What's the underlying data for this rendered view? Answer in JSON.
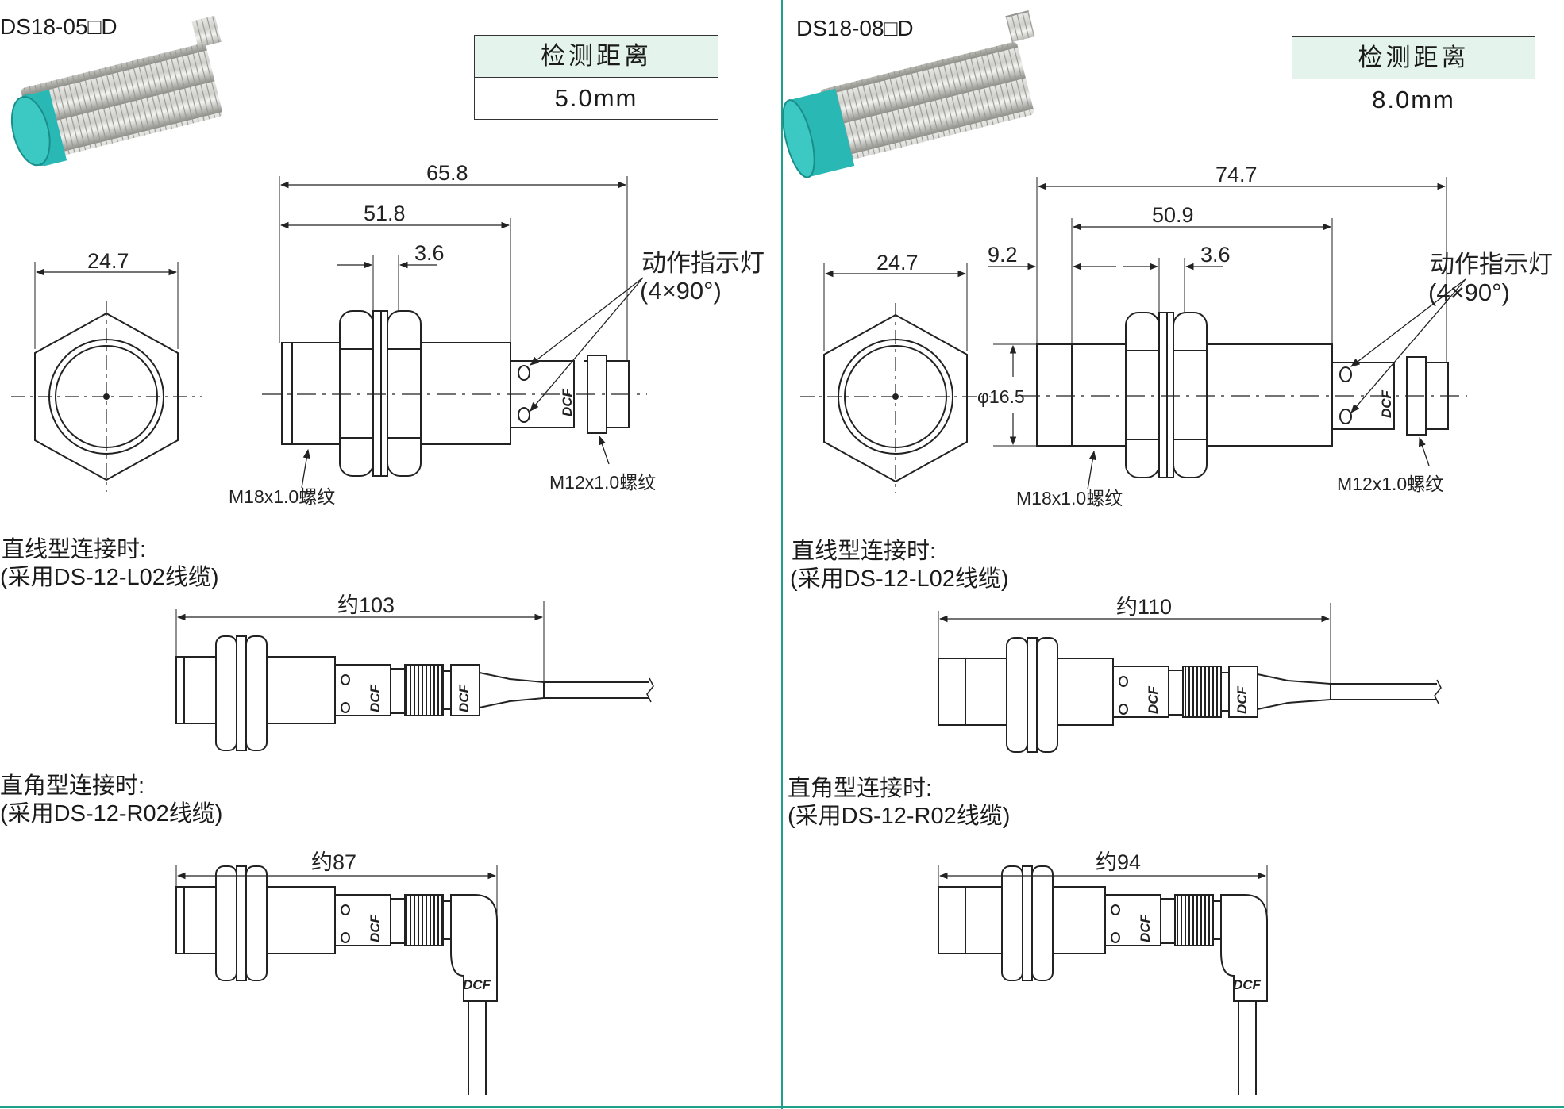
{
  "left": {
    "model": "DS18-05□D",
    "table": {
      "header": "检测距离",
      "value": "5.0mm"
    },
    "dims": {
      "hex": "24.7",
      "total": "65.8",
      "thread": "51.8",
      "nut": "3.6"
    },
    "labels": {
      "indicator": "动作指示灯",
      "indicator_sub": "(4×90°)",
      "m18": "M18x1.0螺纹",
      "m12": "M12x1.0螺纹",
      "logo": "DCF"
    },
    "straight": {
      "title": "直线型连接时:",
      "cable": "(采用DS-12-L02线缆)",
      "length": "约103"
    },
    "angle": {
      "title": "直角型连接时:",
      "cable": "(采用DS-12-R02线缆)",
      "length": "约87"
    }
  },
  "right": {
    "model": "DS18-08□D",
    "table": {
      "header": "检测距离",
      "value": "8.0mm"
    },
    "dims": {
      "hex": "24.7",
      "total": "74.7",
      "thread": "50.9",
      "offset": "9.2",
      "nut": "3.6",
      "dia": "φ16.5"
    },
    "labels": {
      "indicator": "动作指示灯",
      "indicator_sub": "(4×90°)",
      "m18": "M18x1.0螺纹",
      "m12": "M12x1.0螺纹",
      "logo": "DCF"
    },
    "straight": {
      "title": "直线型连接时:",
      "cable": "(采用DS-12-L02线缆)",
      "length": "约110"
    },
    "angle": {
      "title": "直角型连接时:",
      "cable": "(采用DS-12-R02线缆)",
      "length": "约94"
    }
  },
  "colors": {
    "accent": "#1fa08a",
    "cap": "#2ab8b5",
    "table_header": "#e4f4ec"
  }
}
